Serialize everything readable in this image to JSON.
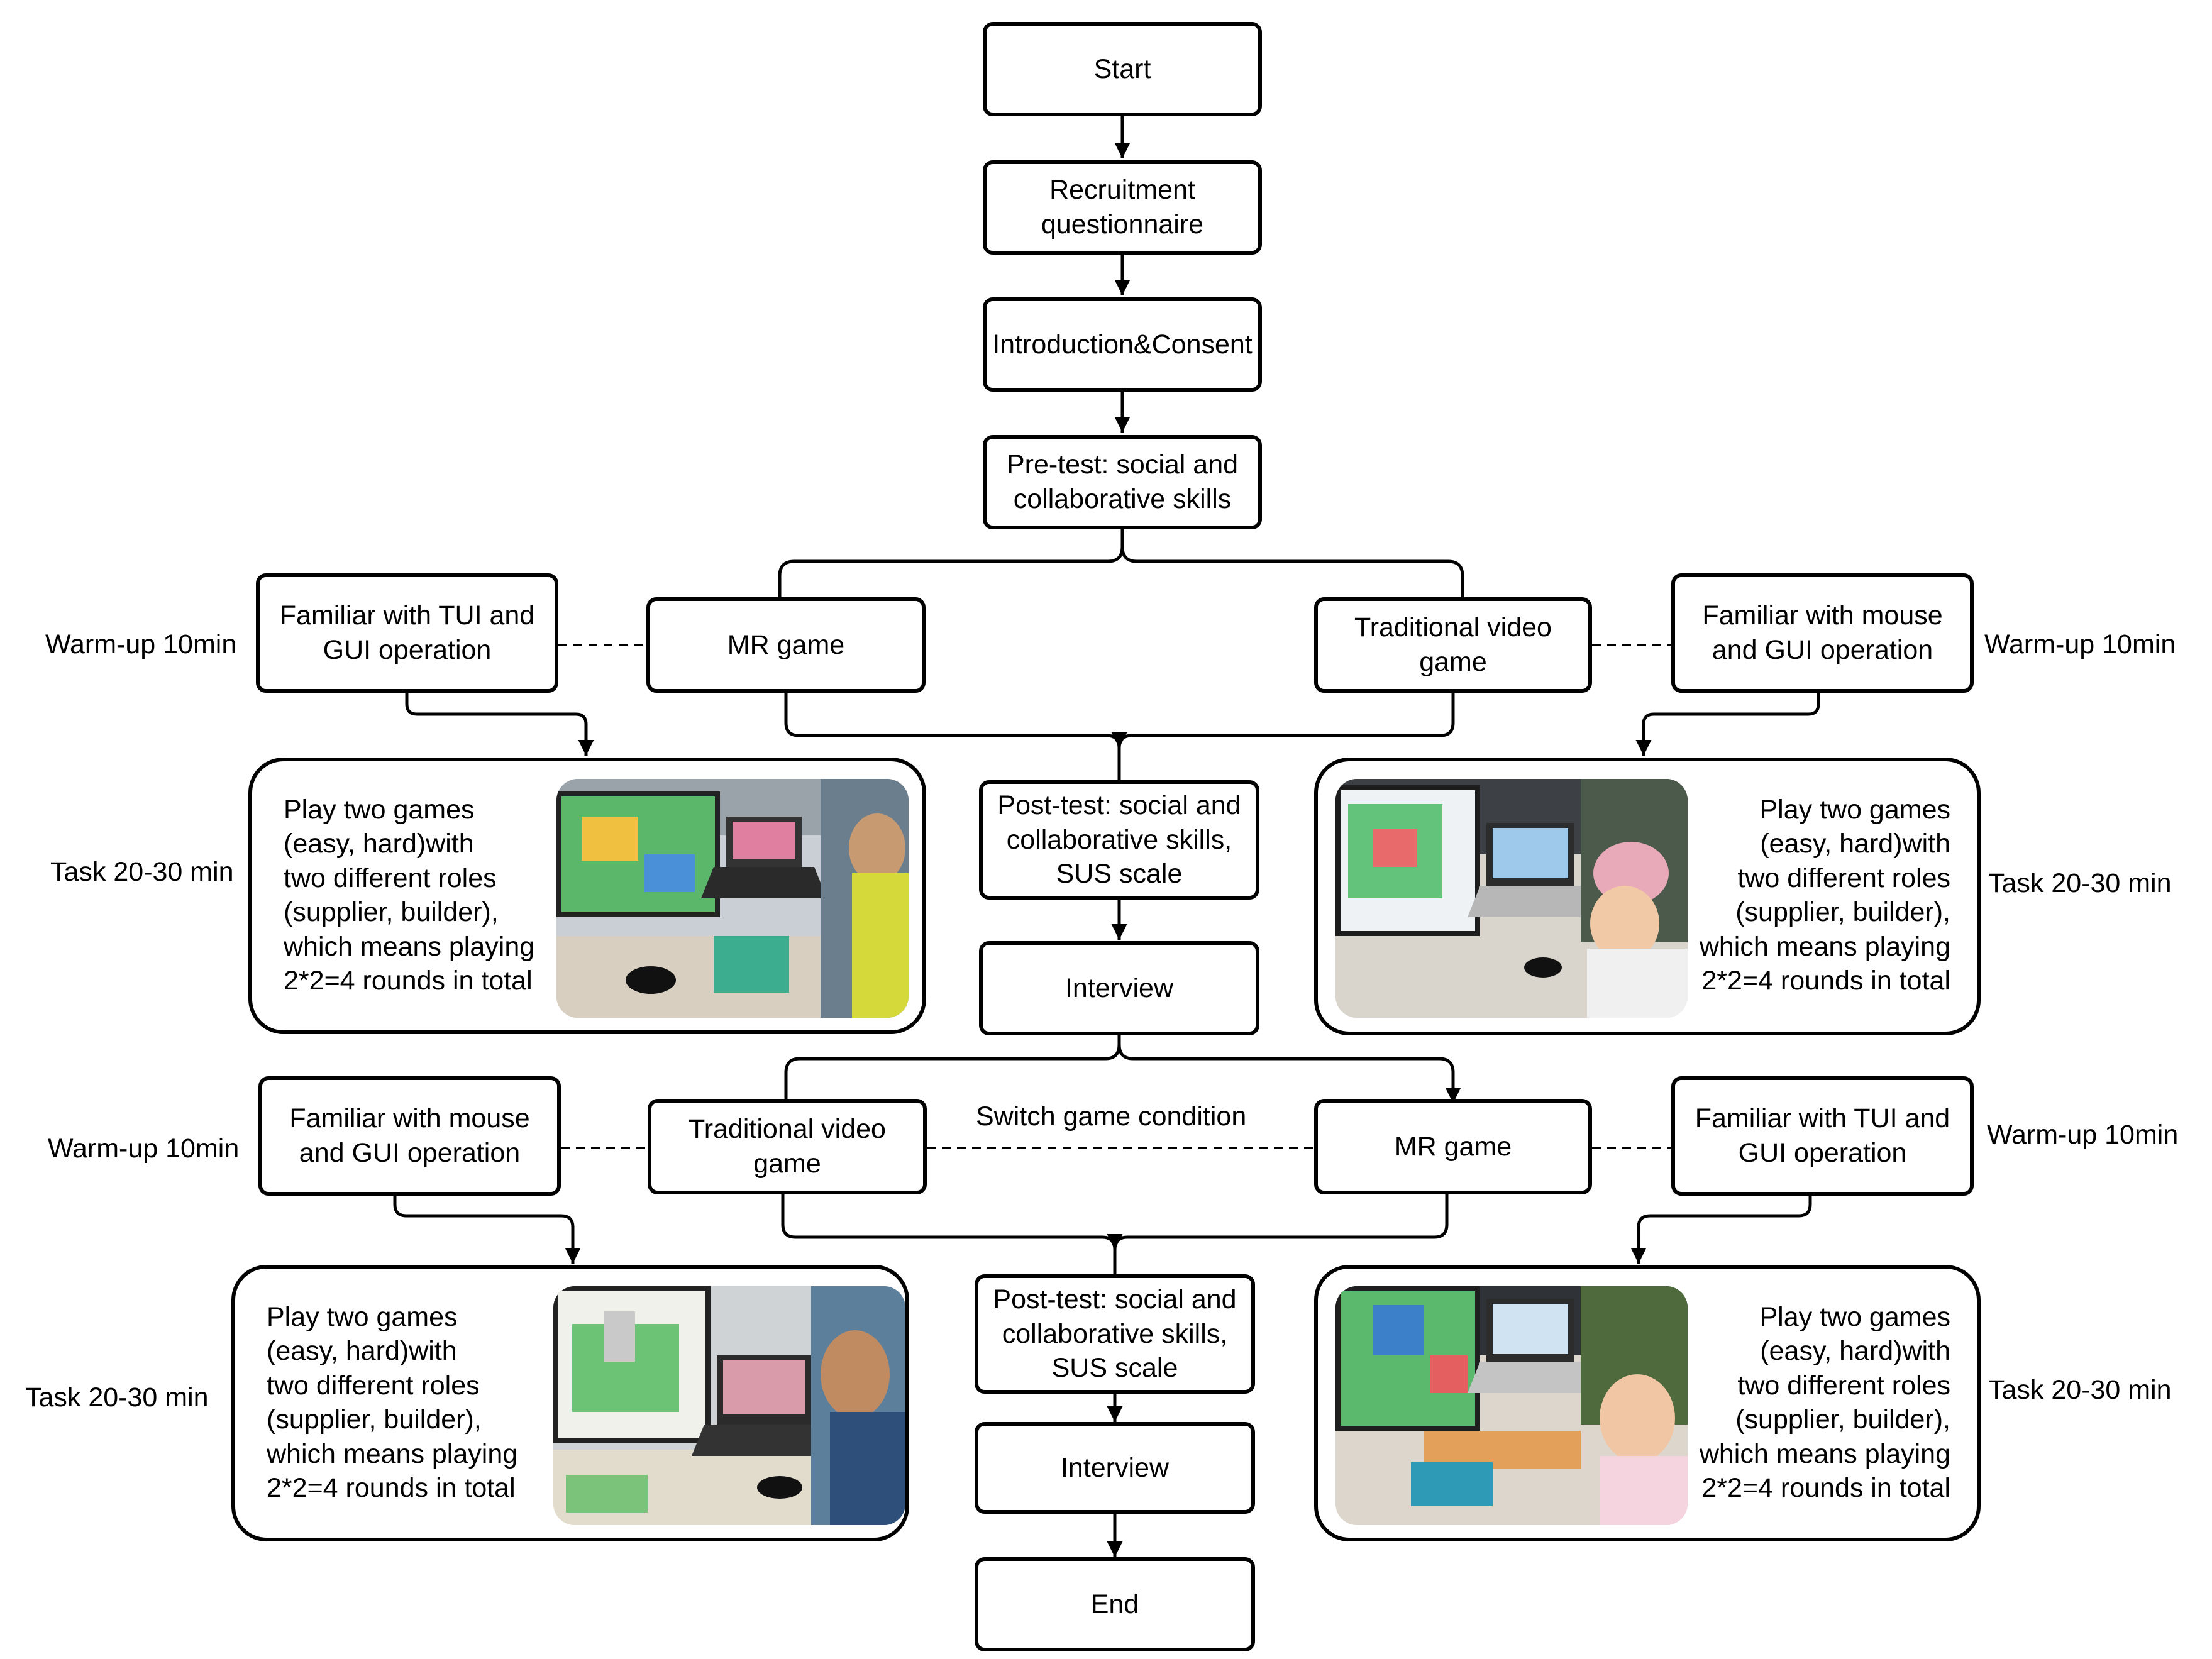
{
  "flow": {
    "start": "Start",
    "recruitment": "Recruitment\nquestionnaire",
    "introduction": "Introduction&Consent",
    "pretest": "Pre-test: social and\ncollaborative skills",
    "posttest_1": "Post-test: social and\ncollaborative skills,\nSUS scale",
    "interview_1": "Interview",
    "posttest_2": "Post-test: social and\ncollaborative skills,\nSUS scale",
    "interview_2": "Interview",
    "end": "End"
  },
  "round_1": {
    "left": {
      "warmup_label": "Warm-up 10min",
      "familiar": "Familiar with TUI and\nGUI operation",
      "game": "MR game",
      "task_label": "Task 20-30 min",
      "task_text": "Play two games\n(easy, hard)with\ntwo different roles\n(supplier, builder),\nwhich means playing\n2*2=4 rounds in total"
    },
    "right": {
      "warmup_label": "Warm-up 10min",
      "familiar": "Familiar with mouse\nand GUI operation",
      "game": "Traditional video\ngame",
      "task_label": "Task 20-30 min",
      "task_text": "Play two games\n(easy, hard)with\ntwo different roles\n(supplier, builder),\nwhich means playing\n2*2=4 rounds in total"
    }
  },
  "switch_label": "Switch game condition",
  "round_2": {
    "left": {
      "warmup_label": "Warm-up 10min",
      "familiar": "Familiar with mouse\nand GUI operation",
      "game": "Traditional video\ngame",
      "task_label": "Task 20-30 min",
      "task_text": "Play two games\n (easy, hard)with\ntwo different roles\n(supplier, builder),\nwhich means playing\n2*2=4 rounds in total"
    },
    "right": {
      "warmup_label": "Warm-up 10min",
      "familiar": "Familiar with TUI and\nGUI operation",
      "game": "MR game",
      "task_label": "Task 20-30 min",
      "task_text": "Play two games\n(easy, hard)with\ntwo different roles\n(supplier, builder),\nwhich means playing\n2*2=4 rounds in total"
    }
  }
}
